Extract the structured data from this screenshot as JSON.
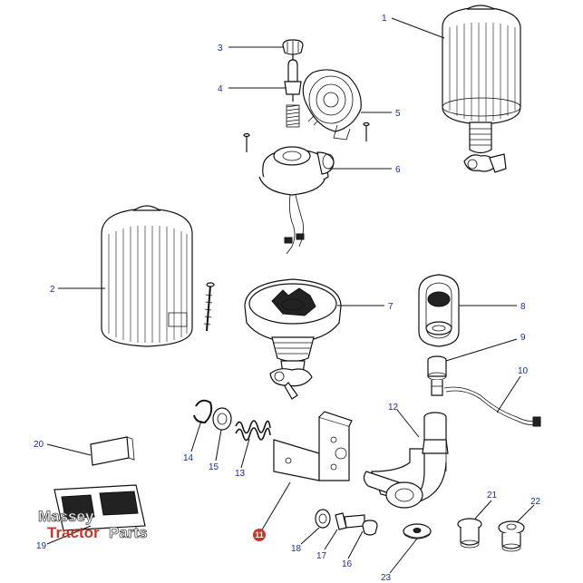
{
  "labels": {
    "p1": "1",
    "p2": "2",
    "p3": "3",
    "p4": "4",
    "p5": "5",
    "p6": "6",
    "p7": "7",
    "p8": "8",
    "p9": "9",
    "p10": "10",
    "p11": "11",
    "p12": "12",
    "p13": "13",
    "p14": "14",
    "p15": "15",
    "p16": "16",
    "p17": "17",
    "p18": "18",
    "p19": "19",
    "p20": "20",
    "p21": "21",
    "p22": "22",
    "p23": "23"
  },
  "watermark": {
    "word1": "Massey",
    "word2": "Tractor",
    "word3": "Parts"
  },
  "colors": {
    "label": "#1a2aa8",
    "badge": "#c0392b",
    "ink": "#111111"
  }
}
